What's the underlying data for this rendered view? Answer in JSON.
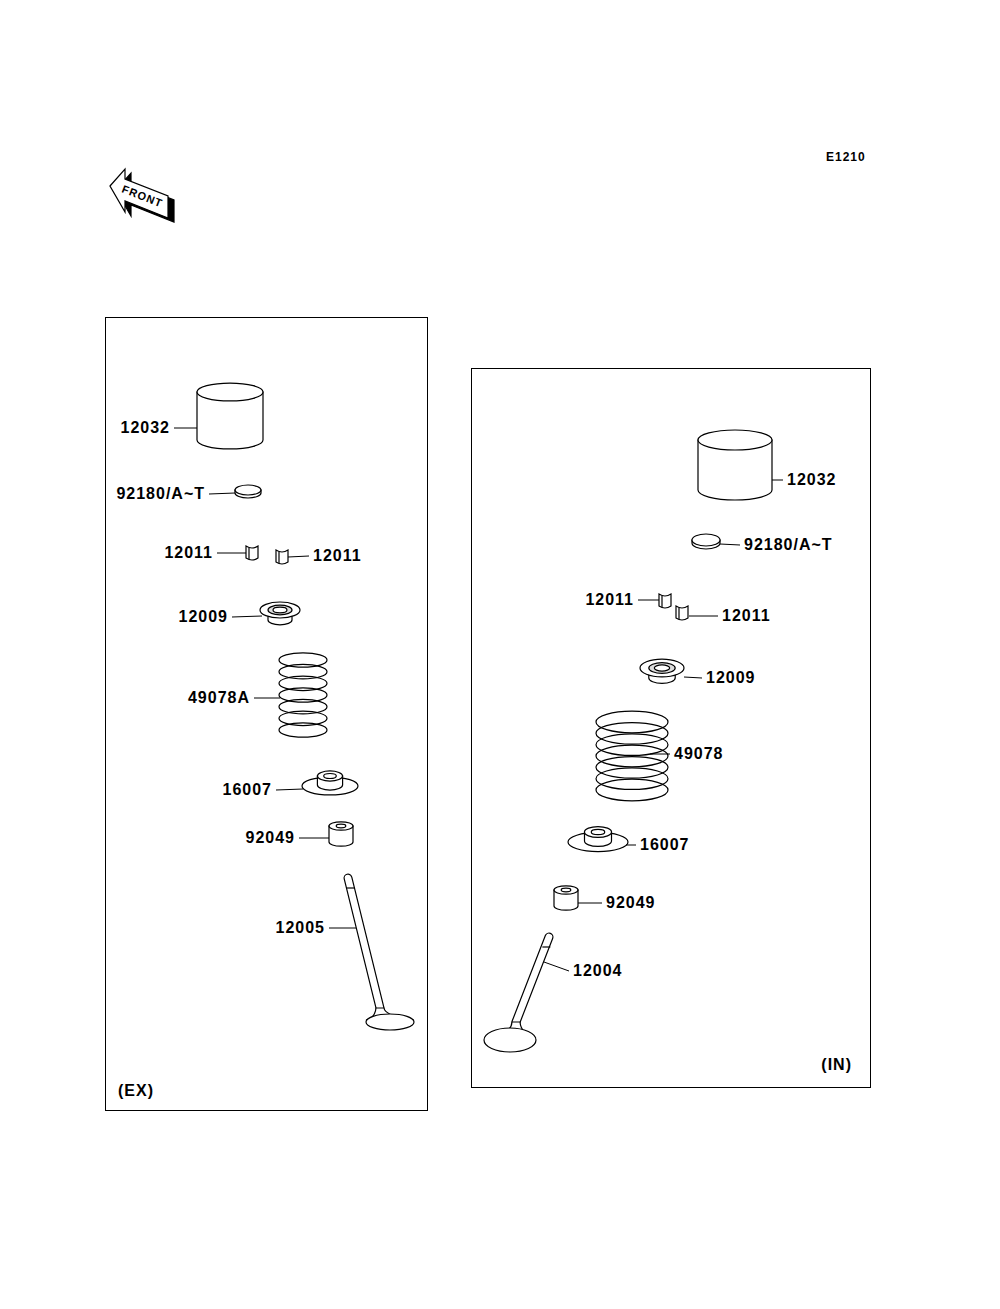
{
  "diagram": {
    "nodes": [
      {
        "text": [
          "(EX)"
        ]
      },
      {
        "text": [
          "(IN)"
        ]
      }
    ],
    "labels": [
      "E1210",
      "FRONT",
      "12032",
      "92180/A~T",
      "12011",
      "12011",
      "12009",
      "49078A",
      "16007",
      "92049",
      "12005",
      "12032",
      "92180/A~T",
      "12011",
      "12011",
      "12009",
      "49078",
      "16007",
      "92049",
      "12004"
    ]
  }
}
